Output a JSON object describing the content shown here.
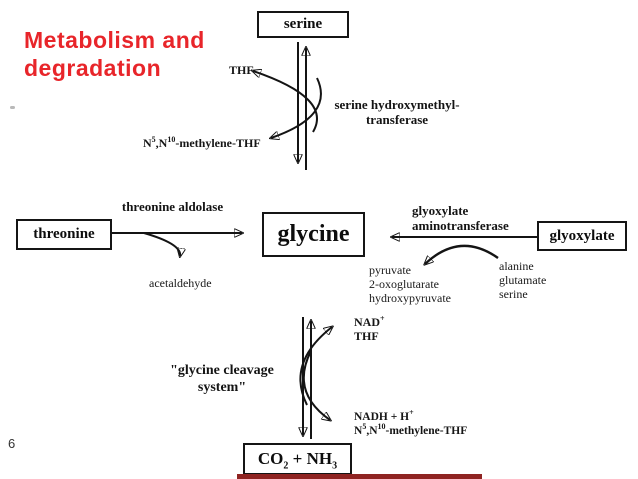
{
  "slide": {
    "title": [
      "Metabolism and",
      "degradation"
    ],
    "page_number": "6"
  },
  "colors": {
    "title": "#e8252a",
    "accent_bar": "#8f2422",
    "diagram_ink": "#141414"
  },
  "boxes": {
    "serine": "serine",
    "threonine": "threonine",
    "glycine": "glycine",
    "glyoxylate": "glyoxylate",
    "co2": {
      "p1": "CO",
      "s1": "2",
      "p2": " + NH",
      "s2": "3"
    }
  },
  "enzymes": {
    "shmt": [
      "serine hydroxymethyl-",
      "transferase"
    ],
    "threonine_aldolase": "threonine aldolase",
    "glyoxylate_at": [
      "glyoxylate",
      "aminotransferase"
    ],
    "gcs": [
      "\"glycine cleavage",
      "system\""
    ]
  },
  "cofactors": {
    "thf": "THF",
    "methylene_thf": {
      "p1": "N",
      "s1": "5",
      "p2": ",N",
      "s2": "10",
      "p3": "-methylene-THF"
    },
    "nad": {
      "p1": "NAD",
      "s1": "+"
    },
    "nad_thf": "THF",
    "nadh": {
      "p1": "NADH + H",
      "s1": "+"
    }
  },
  "metabolites": {
    "acetaldehyde": "acetaldehyde",
    "keto": [
      "pyruvate",
      "2-oxoglutarate",
      "hydroxypyruvate"
    ],
    "amino": [
      "alanine",
      "glutamate",
      "serine"
    ]
  }
}
